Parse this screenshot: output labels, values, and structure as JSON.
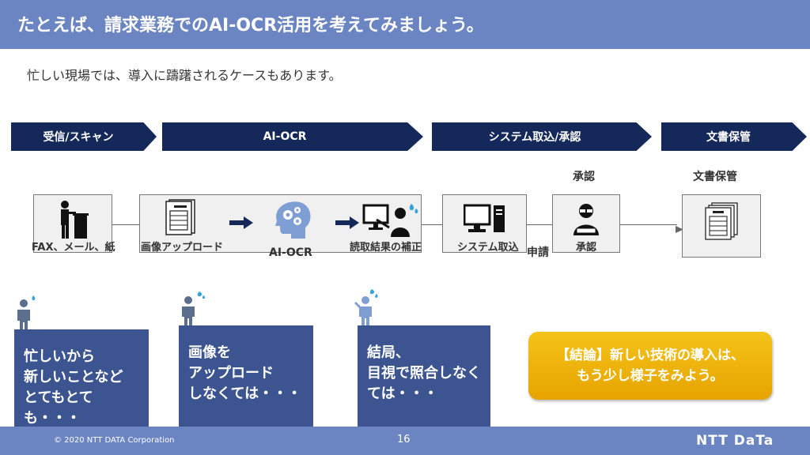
{
  "header": {
    "title": "たとえば、請求業務でのAI-OCR活用を考えてみましょう。"
  },
  "subtitle": "忙しい現場では、導入に躊躇されるケースもあります。",
  "process_steps": [
    {
      "label": "受信/スキャン"
    },
    {
      "label": "AI-OCR"
    },
    {
      "label": "システム取込/承認"
    },
    {
      "label": "文書保管"
    }
  ],
  "above_labels": {
    "approval": "承認",
    "storage": "文書保管"
  },
  "flow": {
    "fax_label": "FAX、メール、紙",
    "upload_label": "画像アップロード",
    "aiocr_label": "AI-OCR",
    "correction_label": "読取結果の補正",
    "system_label": "システム取込",
    "apply_label": "申請",
    "approve_label": "承認"
  },
  "notes": [
    {
      "lines": [
        "忙しいから",
        "新しいことなど",
        "とてもとても・・・"
      ]
    },
    {
      "lines": [
        "画像を",
        "アップロード",
        "しなくては・・・"
      ]
    },
    {
      "lines": [
        "結局、",
        "目視で照合しなく",
        "ては・・・"
      ]
    }
  ],
  "conclusion": {
    "line1": "【結論】新しい技術の導入は、",
    "line2": "もう少し様子をみよう。"
  },
  "footer": {
    "copyright": "© 2020 NTT DATA Corporation",
    "page": "16",
    "logo": "NTT DaTa"
  },
  "colors": {
    "title_bar": "#6b84c2",
    "chevron": "#14285a",
    "note_box": "#3c5590",
    "conclusion": "#f0b60d"
  }
}
